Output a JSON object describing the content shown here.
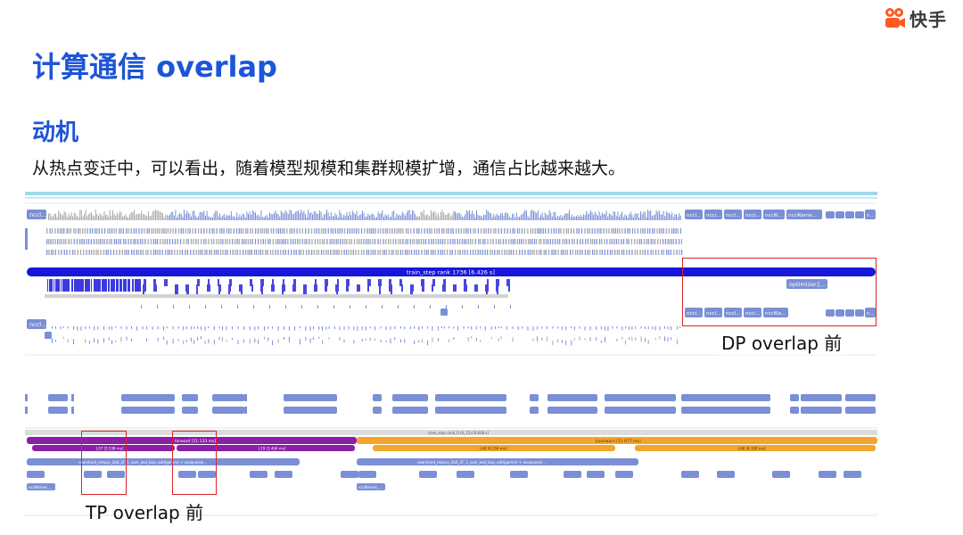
{
  "brand": {
    "name": "快手",
    "logo_icon": "kuaishou-logo-icon",
    "colors": {
      "orange": "#ff5a1f",
      "dark": "#3a3a3a"
    }
  },
  "slide": {
    "title": "计算通信 overlap",
    "section": "动机",
    "description": "从热点变迁中，可以看出，随着模型规模和集群规模扩增，通信占比越来越大。"
  },
  "dp_trace": {
    "caption": "DP overlap 前",
    "train_step_label": "train_step rank 1736 [6.426 s]",
    "optimizer_label": "optimizer.[...",
    "top_kernel_labels": [
      "nccl...",
      "nccl...",
      "nccl...",
      "nccl...",
      "ncclK...",
      "ncclKerne..."
    ],
    "left_kernel_label": "nccl...",
    "second_left_label": "nccl...",
    "bottom_kernel_labels": [
      "nccl...",
      "nccl...",
      "nccl...",
      "nccl...",
      "ncclKa..."
    ],
    "right_tail_label": "n...",
    "colors": {
      "kernel": "#7b8fd6",
      "gray": "#a9a9a9",
      "step": "#1717d8",
      "teal": "#9fd7ef",
      "box": "#d8262a"
    }
  },
  "tp_trace": {
    "caption": "TP overlap 前",
    "center_label": "train_step rank_0 (0_15) [6.838 s]",
    "purple_label": "forward [11.133 ms]",
    "orange_label": "backward [11.677 ms]",
    "sub_purple_labels": [
      "L07 [3.538 ms]",
      "L19 [3.404 ms]"
    ],
    "sub_orange_labels": [
      "L48 [4.294 ms]",
      "L48 [4.108 ms]"
    ],
    "gemm_left_label": "row(shard_reduce_2bit_2F_1_sum_and_bias_add(gemm) + unsqueeze...",
    "gemm_right_label": "row(shard_reduce_2bit_2F_1_sum_and_bias_add(gemm) + unsqueeze...",
    "small_label": "ncclKernel_...",
    "colors": {
      "purple": "#8a1fa8",
      "orange": "#f3a52c",
      "blue": "#7b8fd6",
      "box": "#d8262a"
    }
  }
}
